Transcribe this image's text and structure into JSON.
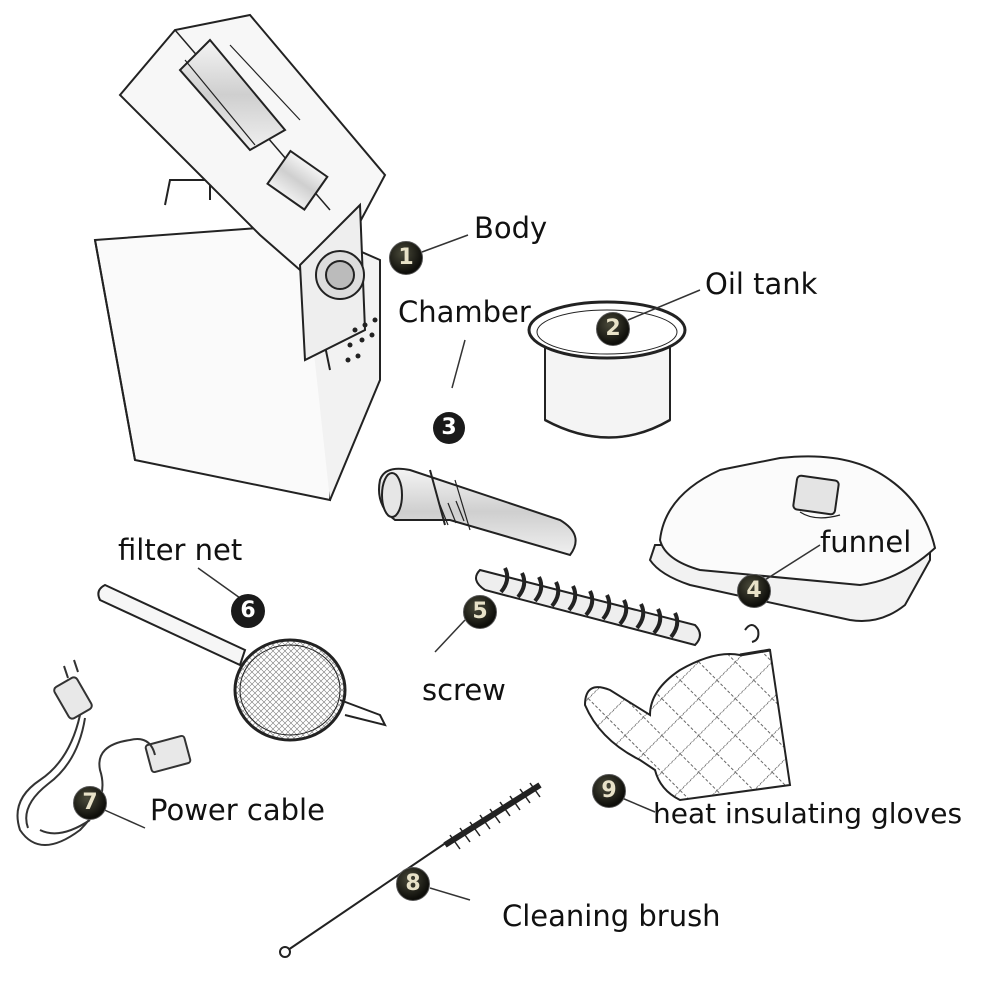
{
  "parts": [
    {
      "number": "1",
      "label": "Body"
    },
    {
      "number": "2",
      "label": "Oil tank"
    },
    {
      "number": "3",
      "label": "Chamber"
    },
    {
      "number": "4",
      "label": "funnel"
    },
    {
      "number": "5",
      "label": "screw"
    },
    {
      "number": "6",
      "label": "filter net"
    },
    {
      "number": "7",
      "label": "Power cable"
    },
    {
      "number": "8",
      "label": "Cleaning brush"
    },
    {
      "number": "9",
      "label": "heat insulating gloves"
    }
  ],
  "colors": {
    "line": "#222222",
    "badge_dark": "#1a1a1a",
    "badge_olive": "#2a2a20"
  }
}
